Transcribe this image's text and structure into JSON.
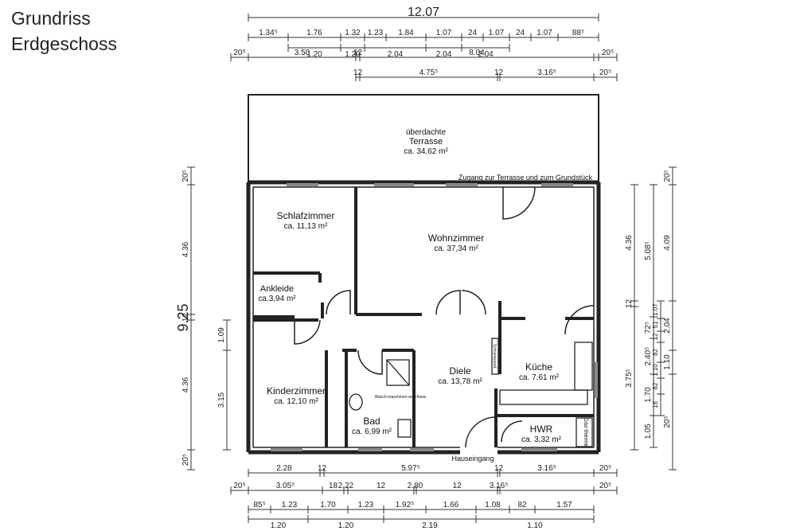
{
  "title": {
    "line1": "Grundriss",
    "line2": "Erdgeschoss"
  },
  "dims": {
    "total_width": "12.07",
    "total_depth": "9.25",
    "top_row1": [
      "1.34⁵",
      "1.76",
      "1.32",
      "1.23",
      "1.84",
      "1.07",
      "24",
      "1.07",
      "24",
      "1.07",
      "88⁵"
    ],
    "top_row1b": [
      "1.20",
      "1.20",
      "2.04",
      "2.04",
      "2.04"
    ],
    "top_row2": [
      "20⁵",
      "3.50",
      "12",
      "8.04",
      "20⁵"
    ],
    "top_row3": [
      "12",
      "4.75⁵",
      "12",
      "3.16⁵",
      "20⁵"
    ],
    "left_outer": [
      "20⁵",
      "4.36",
      "12",
      "4.36",
      "20⁵"
    ],
    "left_inner": [
      "1.09",
      "3.15"
    ],
    "right_outer": [
      "20⁵",
      "4.09",
      "2.04",
      "1.10",
      "20⁵"
    ],
    "right_mid": [
      "4.36",
      "12",
      "3.75⁵"
    ],
    "right_inner": [
      "5.08⁵",
      "72⁵",
      "2.40⁵",
      "1.70",
      "1.05"
    ],
    "right_small": [
      "1.07",
      "51",
      "12",
      "82",
      "1.10",
      "82",
      "18",
      "18"
    ],
    "bottom_row1": [
      "2.28",
      "12",
      "5.97⁵",
      "12",
      "3.16⁵",
      "20⁵"
    ],
    "bottom_row2": [
      "20⁵",
      "3.05⁵",
      "18",
      "2.22",
      "12",
      "2.80",
      "12",
      "3.16⁵",
      "20⁵"
    ],
    "bottom_row3": [
      "85⁵",
      "1.23",
      "1.70",
      "1.23",
      "1.92⁵",
      "1.66",
      "1.08",
      "82",
      "1.57"
    ],
    "bottom_row3b": [
      "1.20",
      "1.20",
      "2.19",
      "1.10"
    ]
  },
  "rooms": {
    "terrasse": {
      "l1": "überdachte",
      "l2": "Terrasse",
      "area": "ca. 34,62 m²"
    },
    "zugang": "Zugang zur Terrasse und zum Grundstück",
    "schlafzimmer": {
      "name": "Schlafzimmer",
      "area": "ca. 11,13 m²"
    },
    "wohnzimmer": {
      "name": "Wohnzimmer",
      "area": "ca. 37,34 m²"
    },
    "ankleide": {
      "name": "Ankleide",
      "area": "ca.3,94 m²"
    },
    "kinderzimmer": {
      "name": "Kinderzimmer",
      "area": "ca. 12,10 m²"
    },
    "diele": {
      "name": "Diele",
      "area": "ca. 13,78 m²"
    },
    "kueche": {
      "name": "Küche",
      "area": "ca. 7,61 m²"
    },
    "bad": {
      "name": "Bad",
      "area": "ca. 6,99 m²"
    },
    "hwr": {
      "name": "HWR",
      "area": "ca. 3,32 m²"
    },
    "gastherme": "Gas-therme",
    "waschmaschine": "Wasch-maschinen-anschluss",
    "schrank": "Schrankwand",
    "hauseingang": "Hauseingang"
  }
}
